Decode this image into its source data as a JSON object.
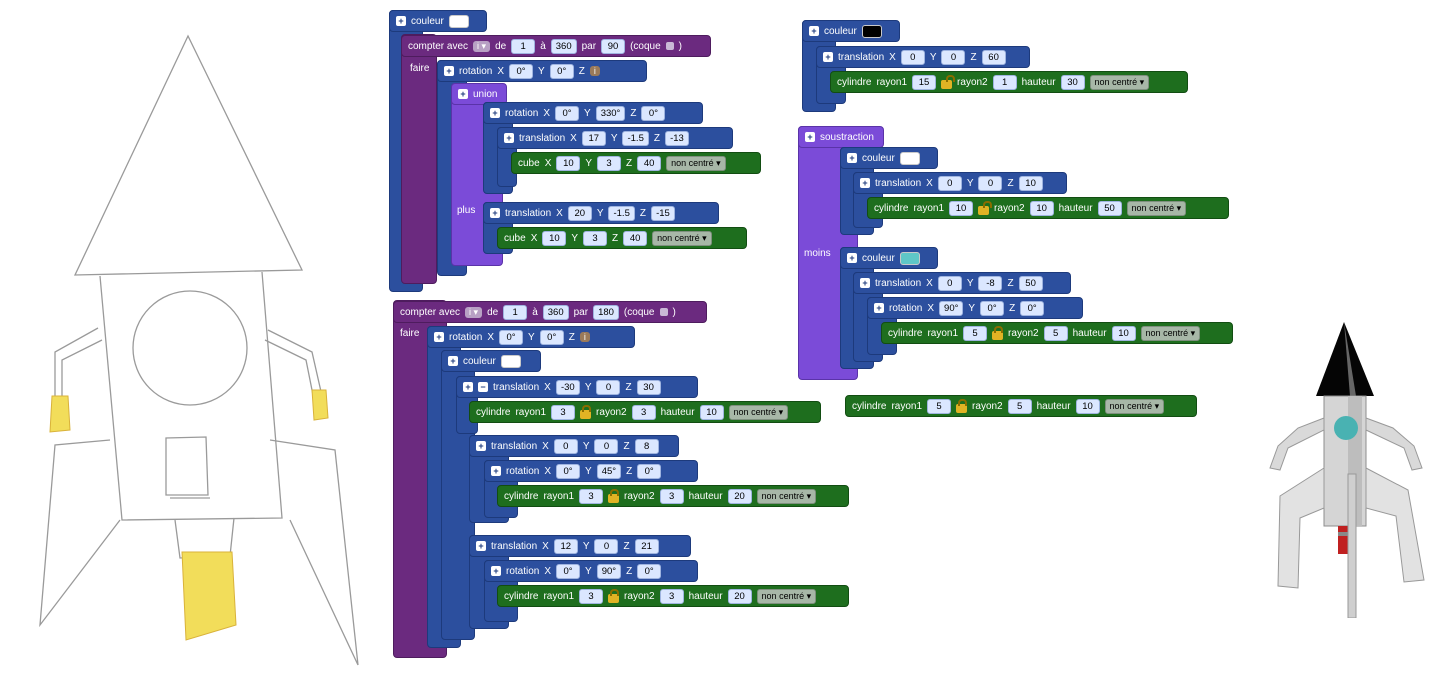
{
  "labels": {
    "couleur": "couleur",
    "compter_avec": "compter avec",
    "var_i": "i",
    "de": "de",
    "a": "à",
    "par": "par",
    "coque": "(coque",
    "close": ")",
    "faire": "faire",
    "rotation": "rotation",
    "translation": "translation",
    "union": "union",
    "plus": "plus",
    "cube": "cube",
    "cylindre": "cylindre",
    "rayon1": "rayon1",
    "rayon2": "rayon2",
    "hauteur": "hauteur",
    "X": "X",
    "Y": "Y",
    "Z": "Z",
    "non_centre": "non centré",
    "soustraction": "soustraction",
    "moins": "moins"
  },
  "colors": {
    "white_swatch": "#ffffff",
    "black_swatch": "#000000",
    "teal_swatch": "#5fc7c7",
    "loop_purple": "#6b2a7f",
    "union_violet": "#7b4bd8",
    "transform_blue": "#2c4f9e",
    "shape_green": "#1e6e1e"
  },
  "group1": {
    "loop": {
      "from": "1",
      "to": "360",
      "step": "90"
    },
    "rot_outer": {
      "x": "0°",
      "y": "0°",
      "z": "i"
    },
    "rot_inner": {
      "x": "0°",
      "y": "330°",
      "z": "0°"
    },
    "trans1": {
      "x": "17",
      "y": "-1.5",
      "z": "-13"
    },
    "cube1": {
      "x": "10",
      "y": "3",
      "z": "40"
    },
    "trans2": {
      "x": "20",
      "y": "-1.5",
      "z": "-15"
    },
    "cube2": {
      "x": "10",
      "y": "3",
      "z": "40"
    }
  },
  "group2": {
    "loop": {
      "from": "1",
      "to": "360",
      "step": "180"
    },
    "rot_outer": {
      "x": "0°",
      "y": "0°",
      "z": "i"
    },
    "trans1": {
      "x": "-30",
      "y": "0",
      "z": "30"
    },
    "cyl1": {
      "r1": "3",
      "r2": "3",
      "h": "10"
    },
    "trans2": {
      "x": "0",
      "y": "0",
      "z": "8"
    },
    "rot2": {
      "x": "0°",
      "y": "45°",
      "z": "0°"
    },
    "cyl2": {
      "r1": "3",
      "r2": "3",
      "h": "20"
    },
    "trans3": {
      "x": "12",
      "y": "0",
      "z": "21"
    },
    "rot3": {
      "x": "0°",
      "y": "90°",
      "z": "0°"
    },
    "cyl3": {
      "r1": "3",
      "r2": "3",
      "h": "20"
    }
  },
  "group3": {
    "trans": {
      "x": "0",
      "y": "0",
      "z": "60"
    },
    "cyl": {
      "r1": "15",
      "r2": "1",
      "h": "30"
    }
  },
  "group4": {
    "trans1": {
      "x": "0",
      "y": "0",
      "z": "10"
    },
    "cyl1": {
      "r1": "10",
      "r2": "10",
      "h": "50"
    },
    "trans2": {
      "x": "0",
      "y": "-8",
      "z": "50"
    },
    "rot2": {
      "x": "90°",
      "y": "0°",
      "z": "0°"
    },
    "cyl2": {
      "r1": "5",
      "r2": "5",
      "h": "10"
    }
  },
  "group5": {
    "cyl": {
      "r1": "5",
      "r2": "5",
      "h": "10"
    }
  },
  "sketch": {
    "icon": "rocket-sketch-image"
  },
  "render": {
    "icon": "rocket-3d-render-image"
  }
}
